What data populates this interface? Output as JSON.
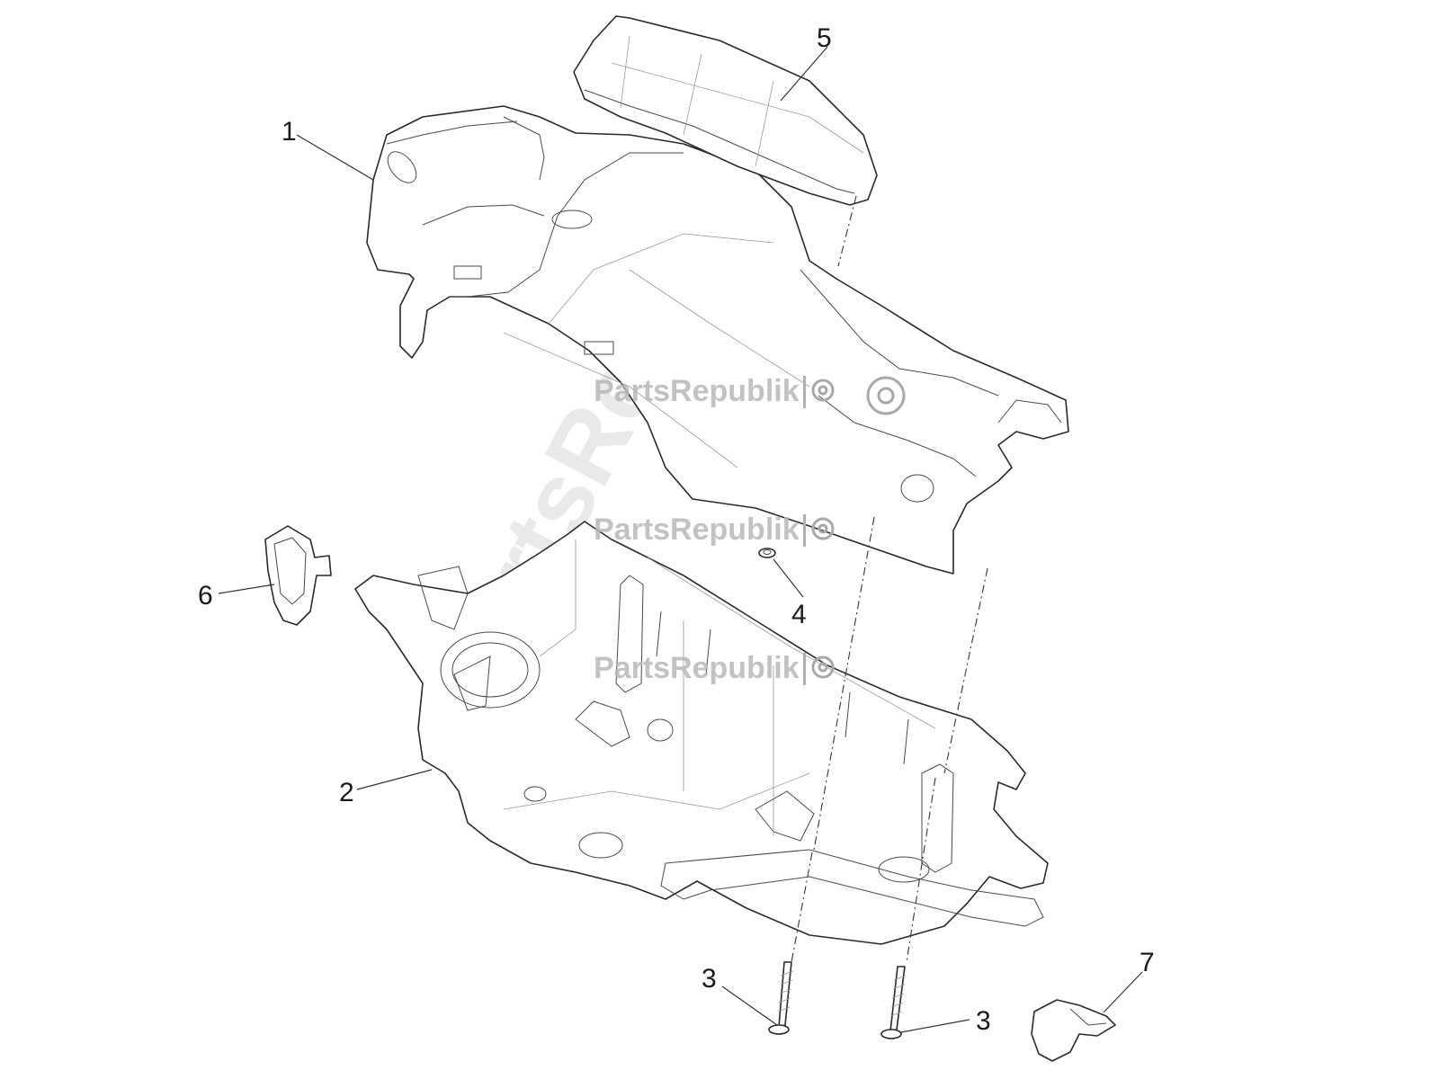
{
  "callouts": {
    "c1": "1",
    "c2": "2",
    "c3a": "3",
    "c3b": "3",
    "c4": "4",
    "c5": "5",
    "c6": "6",
    "c7": "7"
  },
  "watermark": {
    "text": "PartsRepublik",
    "diagonal": "PartsRepublik"
  },
  "colors": {
    "line": "#2a2a2a",
    "watermark": "#b8b8b8"
  }
}
